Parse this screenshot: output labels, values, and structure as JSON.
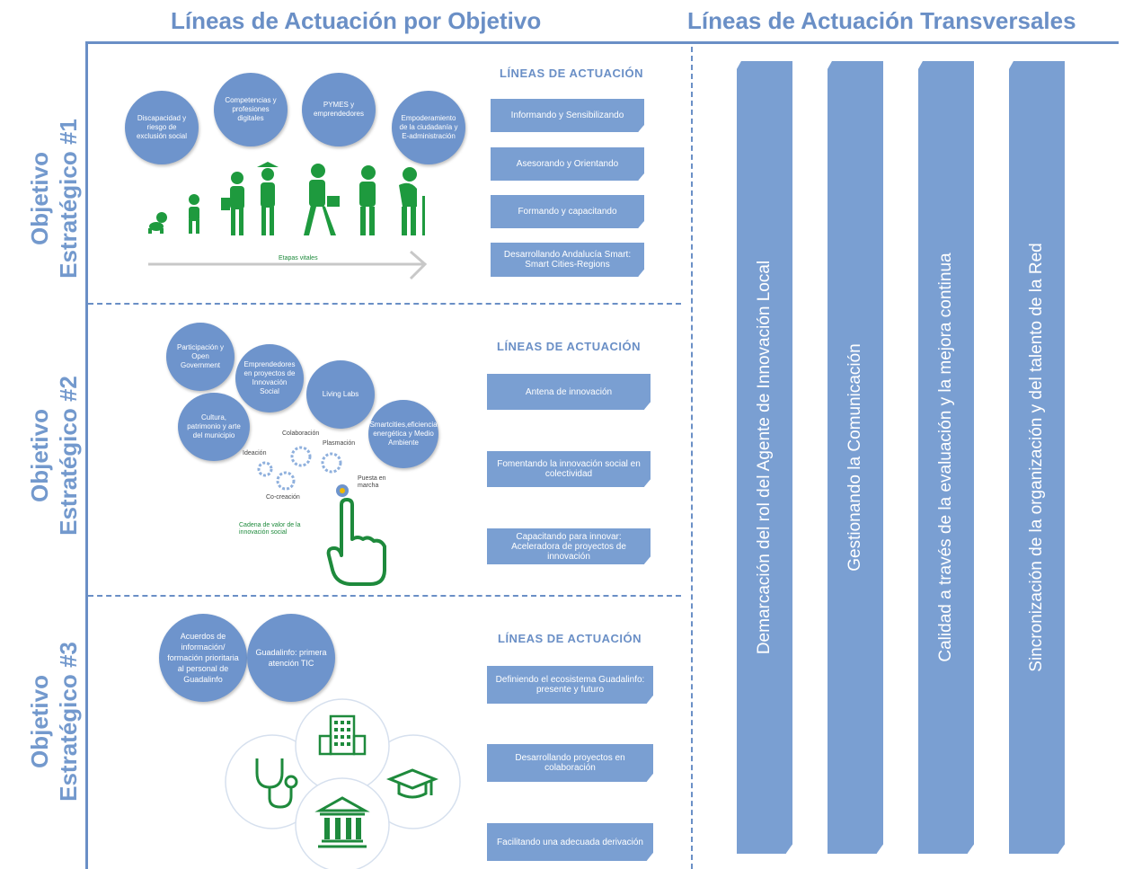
{
  "headers": {
    "left": "Líneas de Actuación por Objetivo",
    "right": "Líneas de Actuación Transversales"
  },
  "objectives": [
    {
      "label_line1": "Objetivo",
      "label_line2": "Estratégico #1",
      "section_title": "LÍNEAS DE ACTUACIÓN",
      "circles": [
        "Discapacidad y riesgo de exclusión social",
        "Competencias y profesiones digitales",
        "PYMES y emprendedores",
        "Empoderamiento de la ciudadanía y E-administración"
      ],
      "caption": "Etapas vitales",
      "lines": [
        "Informando y Sensibilizando",
        "Asesorando y Orientando",
        "Formando y capacitando",
        "Desarrollando Andalucía Smart: Smart Cities-Regions"
      ]
    },
    {
      "label_line1": "Objetivo",
      "label_line2": "Estratégico #2",
      "section_title": "LÍNEAS DE ACTUACIÓN",
      "circles": [
        "Participación y Open Government",
        "Emprendedores en proyectos de Innovación Social",
        "Living Labs",
        "Cultura, patrimonio y arte del municipio",
        "Smartcities,eficiencia energética y Medio Ambiente"
      ],
      "gear_labels": {
        "ideacion": "Ideación",
        "colaboracion": "Colaboración",
        "plasmacion": "Plasmación",
        "cocreacion": "Co-creación",
        "puesta": "Puesta en marcha"
      },
      "caption": "Cadena de valor de la innovación social",
      "lines": [
        "Antena de innovación",
        "Fomentando la innovación social en colectividad",
        "Capacitando para innovar: Aceleradora de proyectos de innovación"
      ]
    },
    {
      "label_line1": "Objetivo",
      "label_line2": "Estratégico #3",
      "section_title": "LÍNEAS DE ACTUACIÓN",
      "circles": [
        "Acuerdos de información/ formación prioritaria al personal de Guadalinfo",
        "Guadalinfo: primera atención TIC"
      ],
      "lines": [
        "Definiendo el ecosistema Guadalinfo: presente y futuro",
        "Desarrollando proyectos en colaboración",
        "Facilitando una adecuada derivación"
      ]
    }
  ],
  "transversal": [
    "Demarcación del rol del Agente de Innovación Local",
    "Gestionando la Comunicación",
    "Calidad a través de la evaluación y la mejora continua",
    "Sincronización de la organización y del talento de la Red"
  ],
  "colors": {
    "accent_blue": "#6a8fc6",
    "box_blue": "#7a9fd2",
    "green": "#1e8a3c"
  }
}
